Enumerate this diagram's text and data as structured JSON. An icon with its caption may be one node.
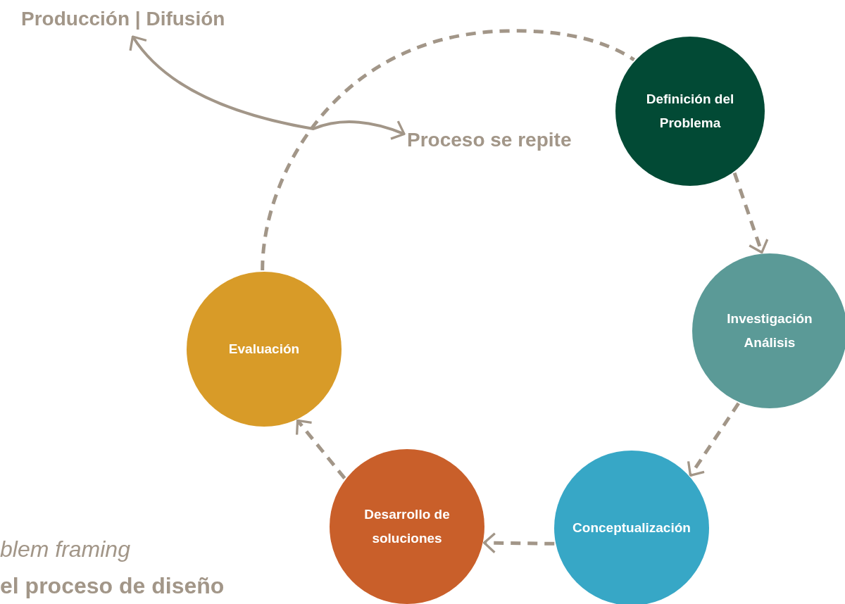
{
  "diagram": {
    "nodes": [
      {
        "text": [
          "Definición del Problema"
        ]
      },
      {
        "text": [
          "Investigación Análisis"
        ]
      },
      {
        "text": [
          "Conceptualización"
        ]
      },
      {
        "text": [
          "Desarrollo de soluciones"
        ]
      },
      {
        "text": [
          "Evaluación"
        ]
      },
      {
        "text": [
          "Proceso se repite"
        ]
      },
      {
        "text": [
          "Producción | Difusión"
        ]
      }
    ],
    "edges": [
      {
        "from": 0,
        "to": 1,
        "arrow": "to",
        "style": "dashed"
      },
      {
        "from": 1,
        "to": 2,
        "arrow": "to",
        "style": "dashed"
      },
      {
        "from": 2,
        "to": 3,
        "arrow": "to",
        "style": "dashed"
      },
      {
        "from": 3,
        "to": 4,
        "arrow": "to",
        "style": "dashed"
      },
      {
        "from": 4,
        "to": 0,
        "arrow": "none",
        "style": "dashed"
      },
      {
        "from": 6,
        "to": 5,
        "arrow": "both"
      }
    ],
    "labels": [
      "blem framing",
      "el proceso de diseño"
    ]
  }
}
